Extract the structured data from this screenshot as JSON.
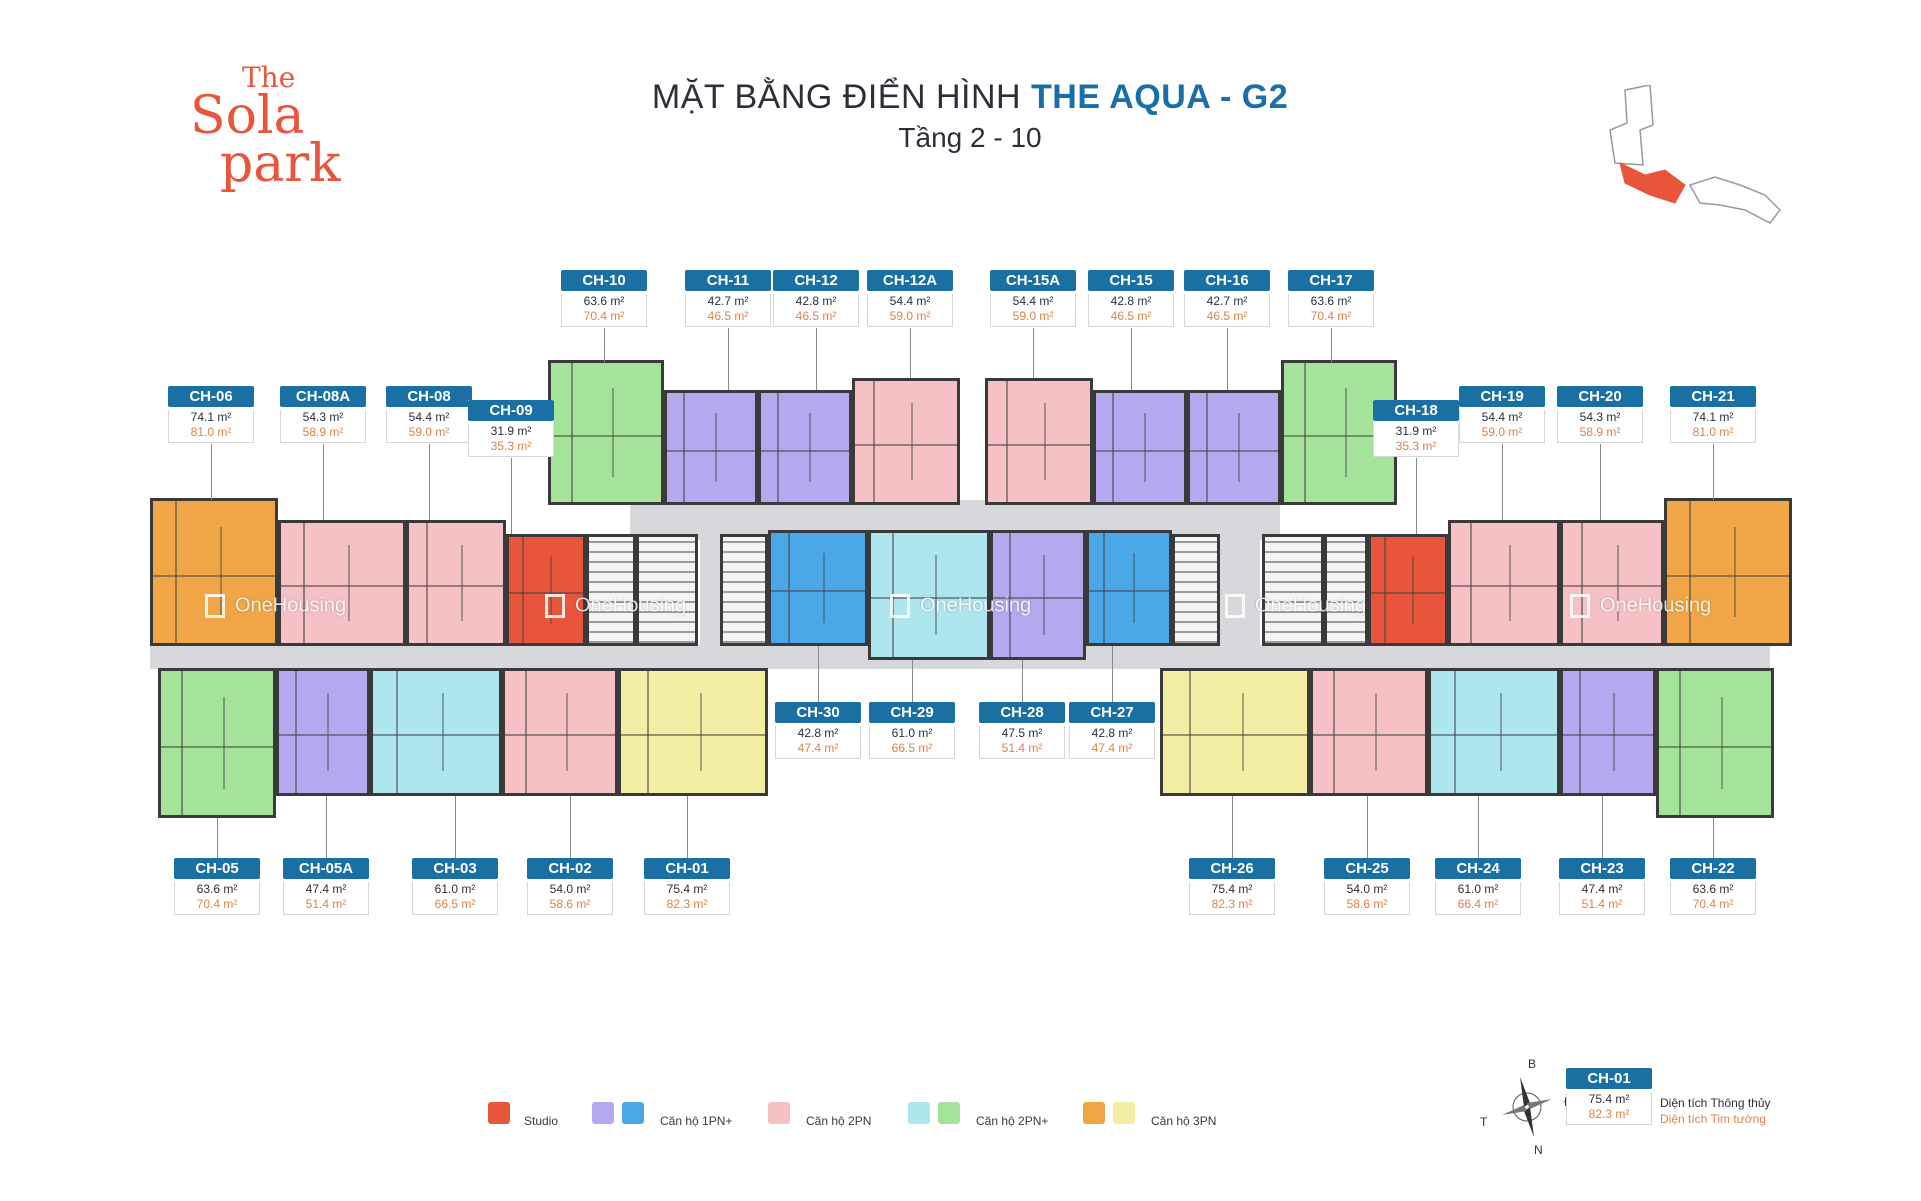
{
  "logo": {
    "line1": "The",
    "line2": "Sola",
    "line3": "park"
  },
  "title": {
    "prefix": "MẶT BẰNG ĐIỂN HÌNH",
    "accent": "THE AQUA - G2",
    "subtitle": "Tầng 2 - 10"
  },
  "colors": {
    "studio": "#e8553a",
    "oneBedPurple": "#b6a8ee",
    "oneBedBlue": "#4aa8e8",
    "twoBed": "#f6c1c4",
    "twoBedPlusCyan": "#aee6ef",
    "twoBedPlusGreen": "#a5e29a",
    "threeBedOrange": "#f0a646",
    "threeBedYellow": "#f4eda4",
    "labelBlue": "#1a6fa3"
  },
  "units": [
    {
      "code": "CH-10",
      "area_net": "63.6 m²",
      "area_gross": "70.4 m²"
    },
    {
      "code": "CH-11",
      "area_net": "42.7 m²",
      "area_gross": "46.5 m²"
    },
    {
      "code": "CH-12",
      "area_net": "42.8 m²",
      "area_gross": "46.5 m²"
    },
    {
      "code": "CH-12A",
      "area_net": "54.4 m²",
      "area_gross": "59.0 m²"
    },
    {
      "code": "CH-15A",
      "area_net": "54.4 m²",
      "area_gross": "59.0 m²"
    },
    {
      "code": "CH-15",
      "area_net": "42.8 m²",
      "area_gross": "46.5 m²"
    },
    {
      "code": "CH-16",
      "area_net": "42.7 m²",
      "area_gross": "46.5 m²"
    },
    {
      "code": "CH-17",
      "area_net": "63.6 m²",
      "area_gross": "70.4 m²"
    },
    {
      "code": "CH-06",
      "area_net": "74.1 m²",
      "area_gross": "81.0 m²"
    },
    {
      "code": "CH-08A",
      "area_net": "54.3 m²",
      "area_gross": "58.9 m²"
    },
    {
      "code": "CH-08",
      "area_net": "54.4 m²",
      "area_gross": "59.0 m²"
    },
    {
      "code": "CH-09",
      "area_net": "31.9 m²",
      "area_gross": "35.3 m²"
    },
    {
      "code": "CH-18",
      "area_net": "31.9 m²",
      "area_gross": "35.3 m²"
    },
    {
      "code": "CH-19",
      "area_net": "54.4 m²",
      "area_gross": "59.0 m²"
    },
    {
      "code": "CH-20",
      "area_net": "54.3 m²",
      "area_gross": "58.9 m²"
    },
    {
      "code": "CH-21",
      "area_net": "74.1 m²",
      "area_gross": "81.0 m²"
    },
    {
      "code": "CH-30",
      "area_net": "42.8 m²",
      "area_gross": "47.4 m²"
    },
    {
      "code": "CH-29",
      "area_net": "61.0 m²",
      "area_gross": "66.5 m²"
    },
    {
      "code": "CH-28",
      "area_net": "47.5 m²",
      "area_gross": "51.4 m²"
    },
    {
      "code": "CH-27",
      "area_net": "42.8 m²",
      "area_gross": "47.4 m²"
    },
    {
      "code": "CH-05",
      "area_net": "63.6 m²",
      "area_gross": "70.4 m²"
    },
    {
      "code": "CH-05A",
      "area_net": "47.4 m²",
      "area_gross": "51.4 m²"
    },
    {
      "code": "CH-03",
      "area_net": "61.0 m²",
      "area_gross": "66.5 m²"
    },
    {
      "code": "CH-02",
      "area_net": "54.0 m²",
      "area_gross": "58.6 m²"
    },
    {
      "code": "CH-01",
      "area_net": "75.4 m²",
      "area_gross": "82.3 m²"
    },
    {
      "code": "CH-26",
      "area_net": "75.4 m²",
      "area_gross": "82.3 m²"
    },
    {
      "code": "CH-25",
      "area_net": "54.0 m²",
      "area_gross": "58.6 m²"
    },
    {
      "code": "CH-24",
      "area_net": "61.0 m²",
      "area_gross": "66.4 m²"
    },
    {
      "code": "CH-23",
      "area_net": "47.4 m²",
      "area_gross": "51.4 m²"
    },
    {
      "code": "CH-22",
      "area_net": "63.6 m²",
      "area_gross": "70.4 m²"
    }
  ],
  "watermark": "OneHousing",
  "legend": [
    {
      "label": "Studio",
      "colors": [
        "#e8553a"
      ]
    },
    {
      "label": "Căn hộ 1PN+",
      "colors": [
        "#b6a8ee",
        "#4aa8e8"
      ]
    },
    {
      "label": "Căn hộ 2PN",
      "colors": [
        "#f6c1c4"
      ]
    },
    {
      "label": "Căn hộ 2PN+",
      "colors": [
        "#aee6ef",
        "#a5e29a"
      ]
    },
    {
      "label": "Căn hộ 3PN",
      "colors": [
        "#f0a646",
        "#f4eda4"
      ]
    }
  ],
  "compass": {
    "north_top": "B",
    "east": "Đ",
    "west": "T",
    "south": "N"
  },
  "key": {
    "code": "CH-01",
    "area_net": "75.4 m²",
    "area_gross": "82.3 m²",
    "net_desc": "Diện tích Thông thủy",
    "gross_desc": "Diện tích Tim tường"
  }
}
